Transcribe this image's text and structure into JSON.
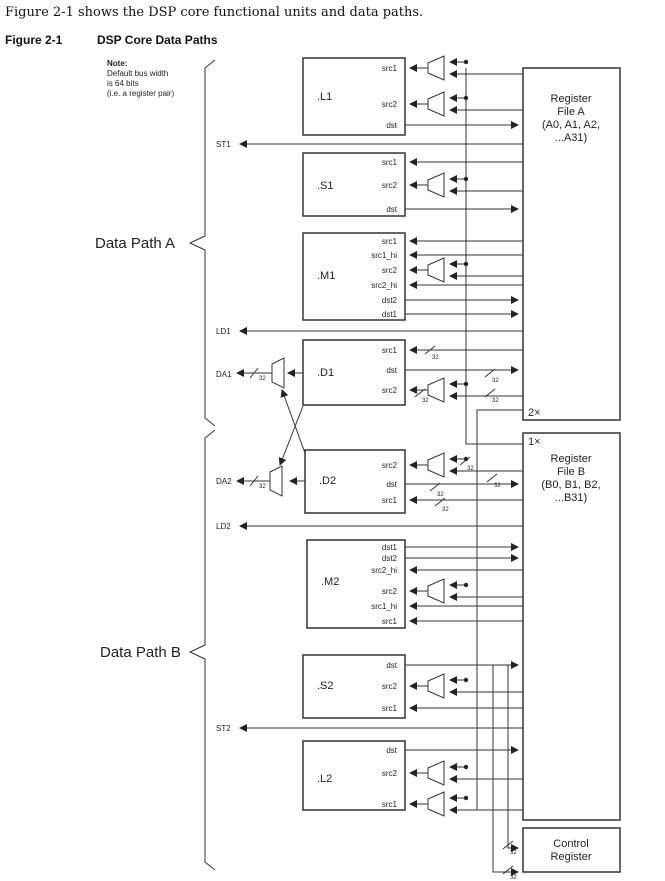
{
  "caption": "Figure 2-1 shows the DSP core functional units and data paths.",
  "figure_label": "Figure 2-1",
  "figure_title": "DSP Core Data Paths",
  "note": {
    "title": "Note:",
    "lines": [
      "Default bus width",
      "is 64 bits",
      "(i.e. a register pair)"
    ]
  },
  "data_path_a": "Data Path A",
  "data_path_b": "Data Path B",
  "buses": {
    "st1": "ST1",
    "ld1": "LD1",
    "da1": "DA1",
    "da2": "DA2",
    "ld2": "LD2",
    "st2": "ST2"
  },
  "bus_width": "32",
  "register_file_a": {
    "lines": [
      "Register",
      "File A",
      "(A0, A1, A2,",
      "...A31)"
    ],
    "port_label": "2×"
  },
  "register_file_b": {
    "lines": [
      "Register",
      "File B",
      "(B0, B1, B2,",
      "...B31)"
    ],
    "port_label": "1×"
  },
  "control_register": {
    "lines": [
      "Control",
      "Register"
    ]
  },
  "units": [
    {
      "name": ".L1",
      "ports": [
        "src1",
        "src2",
        "dst"
      ]
    },
    {
      "name": ".S1",
      "ports": [
        "src1",
        "src2",
        "dst"
      ]
    },
    {
      "name": ".M1",
      "ports": [
        "src1",
        "src1_hi",
        "src2",
        "src2_hi",
        "dst2",
        "dst1"
      ]
    },
    {
      "name": ".D1",
      "ports": [
        "src1",
        "dst",
        "src2"
      ]
    },
    {
      "name": ".D2",
      "ports": [
        "src2",
        "dst",
        "src1"
      ]
    },
    {
      "name": ".M2",
      "ports": [
        "dst1",
        "dst2",
        "src2_hi",
        "src2",
        "src1_hi",
        "src1"
      ]
    },
    {
      "name": ".S2",
      "ports": [
        "dst",
        "src2",
        "src1"
      ]
    },
    {
      "name": ".L2",
      "ports": [
        "dst",
        "src2",
        "src1"
      ]
    }
  ]
}
